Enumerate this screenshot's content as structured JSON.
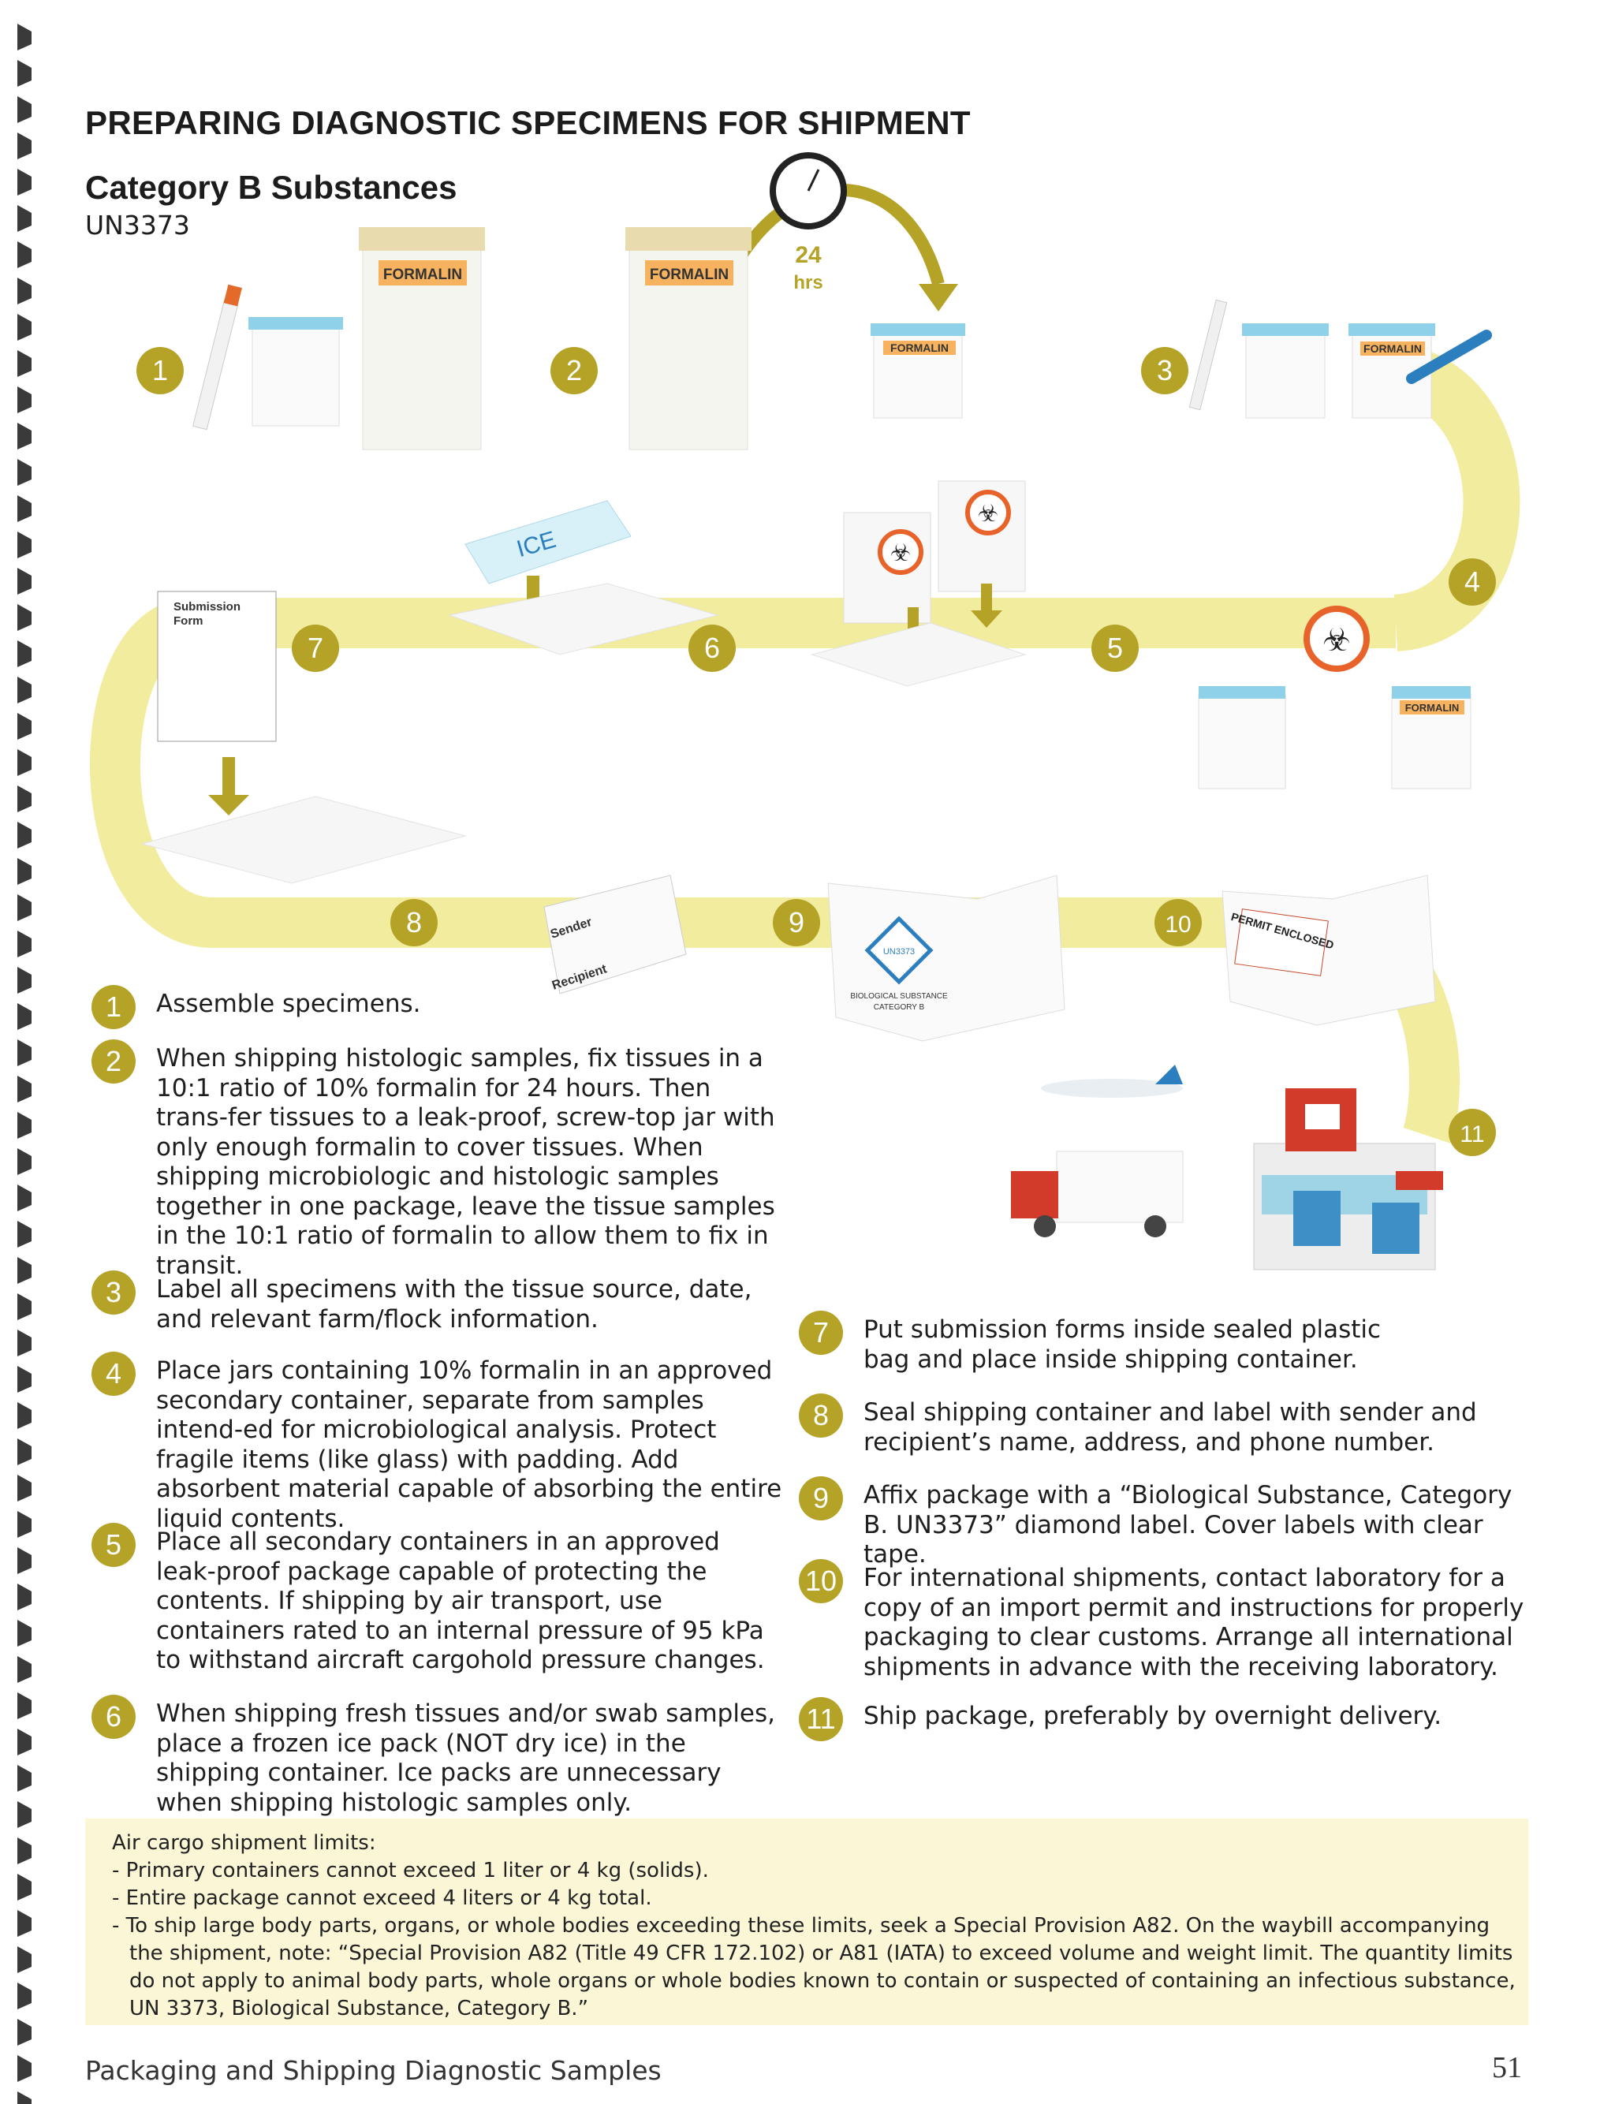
{
  "title": "PREPARING DIAGNOSTIC SPECIMENS FOR SHIPMENT",
  "subtitle": "Category B Substances",
  "un_code": "UN3373",
  "illustration": {
    "formalin": "FORMALIN",
    "hours_value": "24",
    "hours_unit": "hrs",
    "ice": "ICE",
    "submission_form_line1": "Submission",
    "submission_form_line2": "Form",
    "sender": "Sender",
    "recipient": "Recipient",
    "diamond_line1": "UN3373",
    "diamond_line2": "BIOLOGICAL SUBSTANCE",
    "diamond_line3": "CATEGORY B",
    "permit": "PERMIT ENCLOSED",
    "step_markers": [
      "1",
      "2",
      "3",
      "4",
      "5",
      "6",
      "7",
      "8",
      "9",
      "10",
      "11"
    ]
  },
  "steps": [
    {
      "n": "1",
      "text": "Assemble specimens."
    },
    {
      "n": "2",
      "text": "When shipping histologic samples, fix tissues in a 10:1 ratio of 10% formalin for 24 hours. Then trans-fer tissues to a leak-proof, screw-top jar with only enough formalin to cover tissues. When shipping microbiologic and histologic samples together in one package, leave the tissue samples in the 10:1 ratio of formalin to allow them to fix in transit."
    },
    {
      "n": "3",
      "text": "Label all specimens with the tissue source, date, and relevant farm/flock information."
    },
    {
      "n": "4",
      "text": "Place jars containing 10% formalin in an approved secondary container, separate from samples intend-ed for microbiological analysis. Protect fragile items (like glass) with padding. Add absorbent material capable of absorbing the entire liquid contents."
    },
    {
      "n": "5",
      "text": "Place all secondary containers in an approved leak-proof package capable of protecting the contents. If shipping by air transport, use containers rated to an internal pressure of 95 kPa to withstand aircraft cargohold pressure changes."
    },
    {
      "n": "6",
      "text": "When shipping fresh tissues and/or swab samples, place a frozen ice pack (NOT dry ice) in the shipping container. Ice packs are unnecessary when shipping histologic samples only."
    },
    {
      "n": "7",
      "text": "Put submission forms inside sealed plastic bag and place inside shipping container."
    },
    {
      "n": "8",
      "text": "Seal shipping container and label with sender and recipient’s name, address, and phone number."
    },
    {
      "n": "9",
      "text": "Affix package with a “Biological Substance, Category B. UN3373” diamond label. Cover labels with clear tape."
    },
    {
      "n": "10",
      "text": "For international shipments, contact laboratory for a copy of an import permit and instructions for properly packaging to clear customs. Arrange all international shipments in advance with the receiving laboratory."
    },
    {
      "n": "11",
      "text": "Ship package, preferably by overnight delivery."
    }
  ],
  "note": {
    "heading": "Air cargo shipment limits:",
    "items": [
      "- Primary containers cannot exceed 1 liter or 4 kg (solids).",
      "- Entire package cannot exceed 4 liters or 4 kg total.",
      "- To ship large body parts, organs, or whole bodies exceeding these limits, seek a Special Provision A82. On the waybill accompanying the shipment, note: “Special Provision A82 (Title 49 CFR 172.102) or A81 (IATA) to exceed volume and weight limit. The quantity limits do not apply to animal body parts, whole organs or whole bodies known to contain or suspected of containing an infectious substance, UN 3373, Biological Substance, Category B.”"
    ]
  },
  "footer": "Packaging and Shipping Diagnostic Samples",
  "page_number": "51",
  "colors": {
    "accent": "#b4a327",
    "band": "#f3eda8",
    "note_bg": "#faf6d6"
  }
}
